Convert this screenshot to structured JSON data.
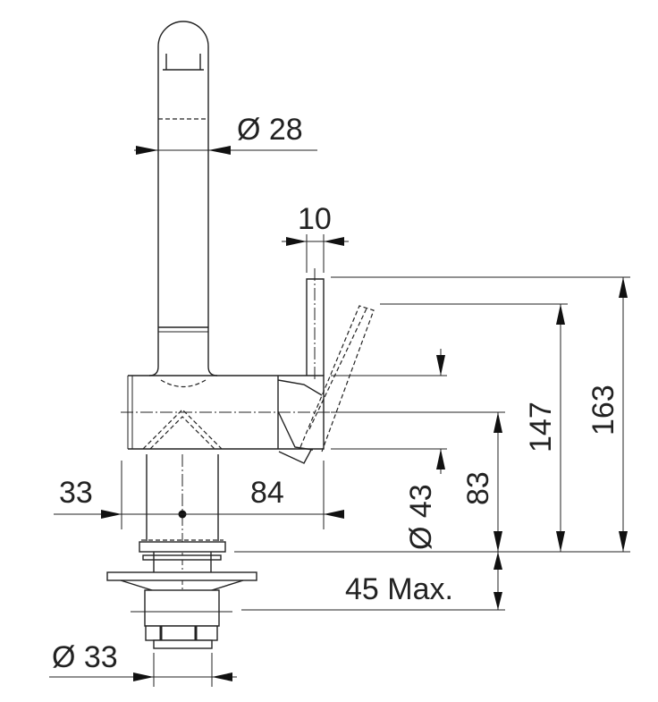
{
  "drawing": {
    "title": "Kitchen mixer tap dimension drawing",
    "dimensions": {
      "spout_diameter": "Ø 28",
      "lever_width": "10",
      "total_height": "163",
      "lever_tip_height": "147",
      "body_axis_height": "83",
      "body_diameter": "Ø 43",
      "body_offset_left": "33",
      "body_reach": "84",
      "mounting_thickness": "45 Max.",
      "shank_diameter": "Ø 33"
    },
    "color": "#222222"
  }
}
